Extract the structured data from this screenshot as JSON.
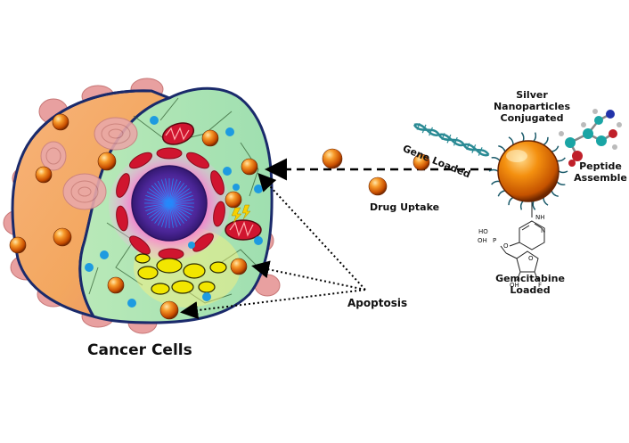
{
  "labels": {
    "cancer_cells": "Cancer Cells",
    "apoptosis": "Apoptosis",
    "drug_uptake": "Drug Uptake",
    "gene_loaded": "Gene Loaded",
    "silver_np": [
      "Silver",
      "Nanoparticles",
      "Conjugated"
    ],
    "peptide": [
      "Peptide",
      "Assemble"
    ],
    "gemcitabine": [
      "Gemcitabine",
      "Loaded"
    ],
    "molecule_atoms": {
      "nh": "NH",
      "n": "N",
      "o": "O",
      "ho": "HO",
      "p": "P",
      "o2": "O",
      "oh": "OH",
      "oh2": "OH",
      "f": "F"
    }
  },
  "colors": {
    "cell_outline": "#1a2a6b",
    "cytoplasm_left": "#f6a86a",
    "cytoplasm_right": "#a8e6b0",
    "nucleus": "#5b2fa8",
    "mitochondria": "#c8102e",
    "vesicles": "#f2e600",
    "droplets": "#1e9be0",
    "nanoparticle": "#e8740a",
    "dna": "#2a8a94"
  }
}
